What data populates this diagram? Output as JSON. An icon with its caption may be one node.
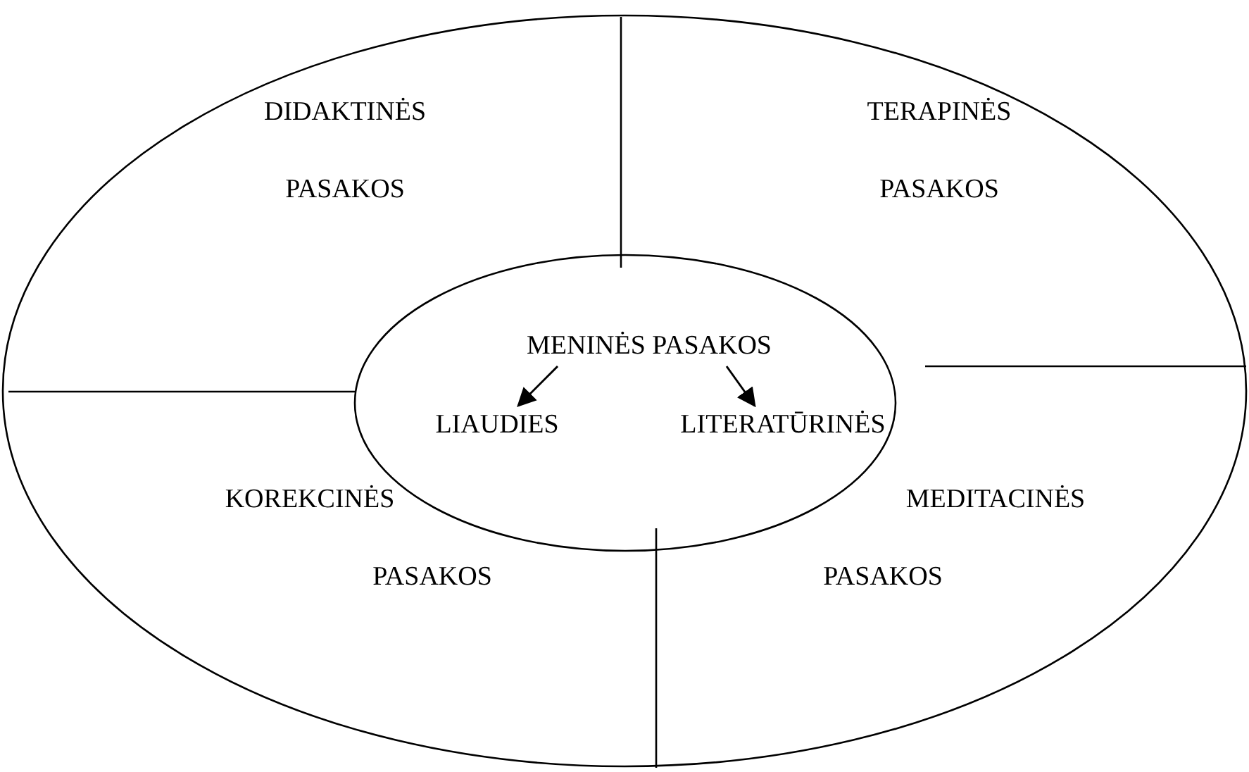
{
  "diagram": {
    "nodes": [
      {
        "text": [],
        "shape": "circle"
      },
      {
        "text": [],
        "shape": "circle",
        "in": 0
      },
      {
        "text": [
          "MENINĖS PASAKOS"
        ],
        "in": 1
      },
      {
        "text": [
          "LIAUDIES"
        ],
        "in": 1
      },
      {
        "text": [
          "LITERATŪRINĖS"
        ],
        "in": 1
      }
    ],
    "edges": [
      {
        "from": 2,
        "to": 3,
        "arrow": "to"
      },
      {
        "from": 2,
        "to": 4,
        "arrow": "to"
      }
    ],
    "labels": [
      "DIDAKTINĖS",
      "TERAPINĖS",
      "PASAKOS",
      "PASAKOS",
      "KOREKCINĖS",
      "MEDITACINĖS",
      "PASAKOS",
      "PASAKOS"
    ]
  }
}
